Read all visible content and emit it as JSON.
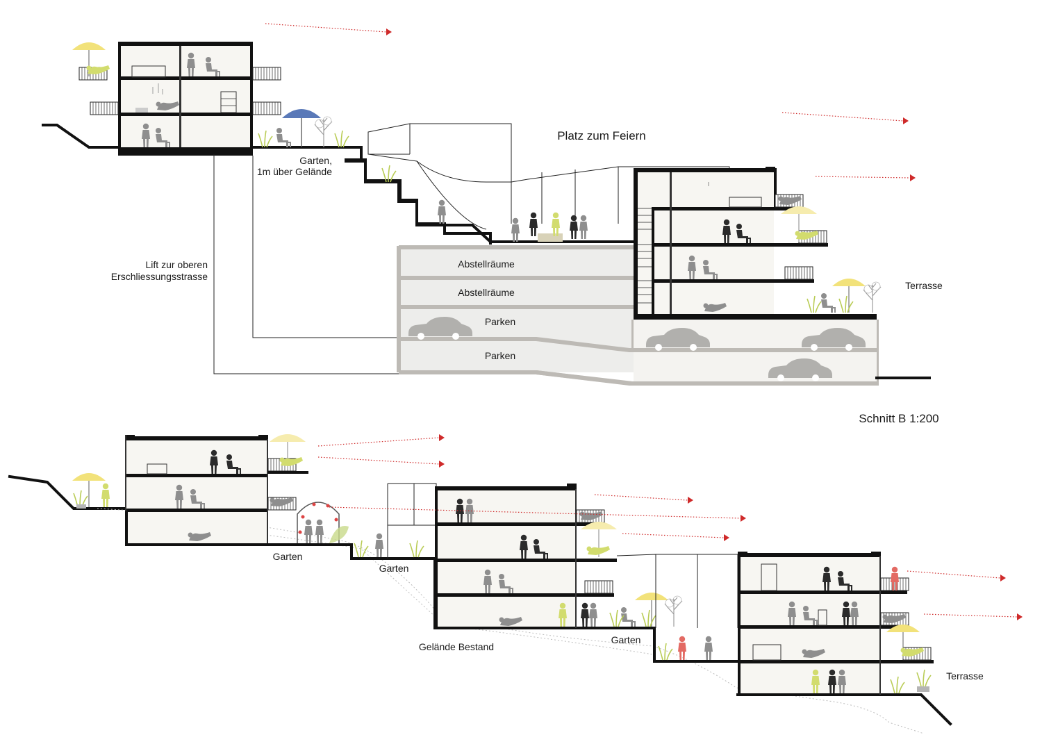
{
  "labels": {
    "platz": "Platz zum Feiern",
    "garten_upper_1": "Garten,",
    "garten_upper_2": "1m über Gelände",
    "lift_1": "Lift zur oberen",
    "lift_2": "Erschliessungsstrasse",
    "abstell_1": "Abstellräume",
    "abstell_2": "Abstellräume",
    "parken_1": "Parken",
    "parken_2": "Parken",
    "terrasse_top": "Terrasse",
    "schnitt": "Schnitt B 1:200",
    "garten_b1": "Garten",
    "garten_b2": "Garten",
    "garten_b3": "Garten",
    "gelaende": "Gelände Bestand",
    "terrasse_bottom": "Terrasse"
  },
  "colors": {
    "structure": "#111111",
    "underground_wall": "#bdbab5",
    "sun_ray": "#cf2a2a",
    "umbrella_yellow": "#f2e27a",
    "umbrella_blue": "#5a79b8",
    "person_grey": "#8e8e8e",
    "person_green": "#d2dc6e",
    "person_red": "#e36a63",
    "car": "#b1b0ad"
  },
  "icons": [
    "sun-umbrella-icon",
    "person-icon",
    "car-icon",
    "tree-icon",
    "sun-ray-arrow-icon",
    "lounger-icon"
  ]
}
